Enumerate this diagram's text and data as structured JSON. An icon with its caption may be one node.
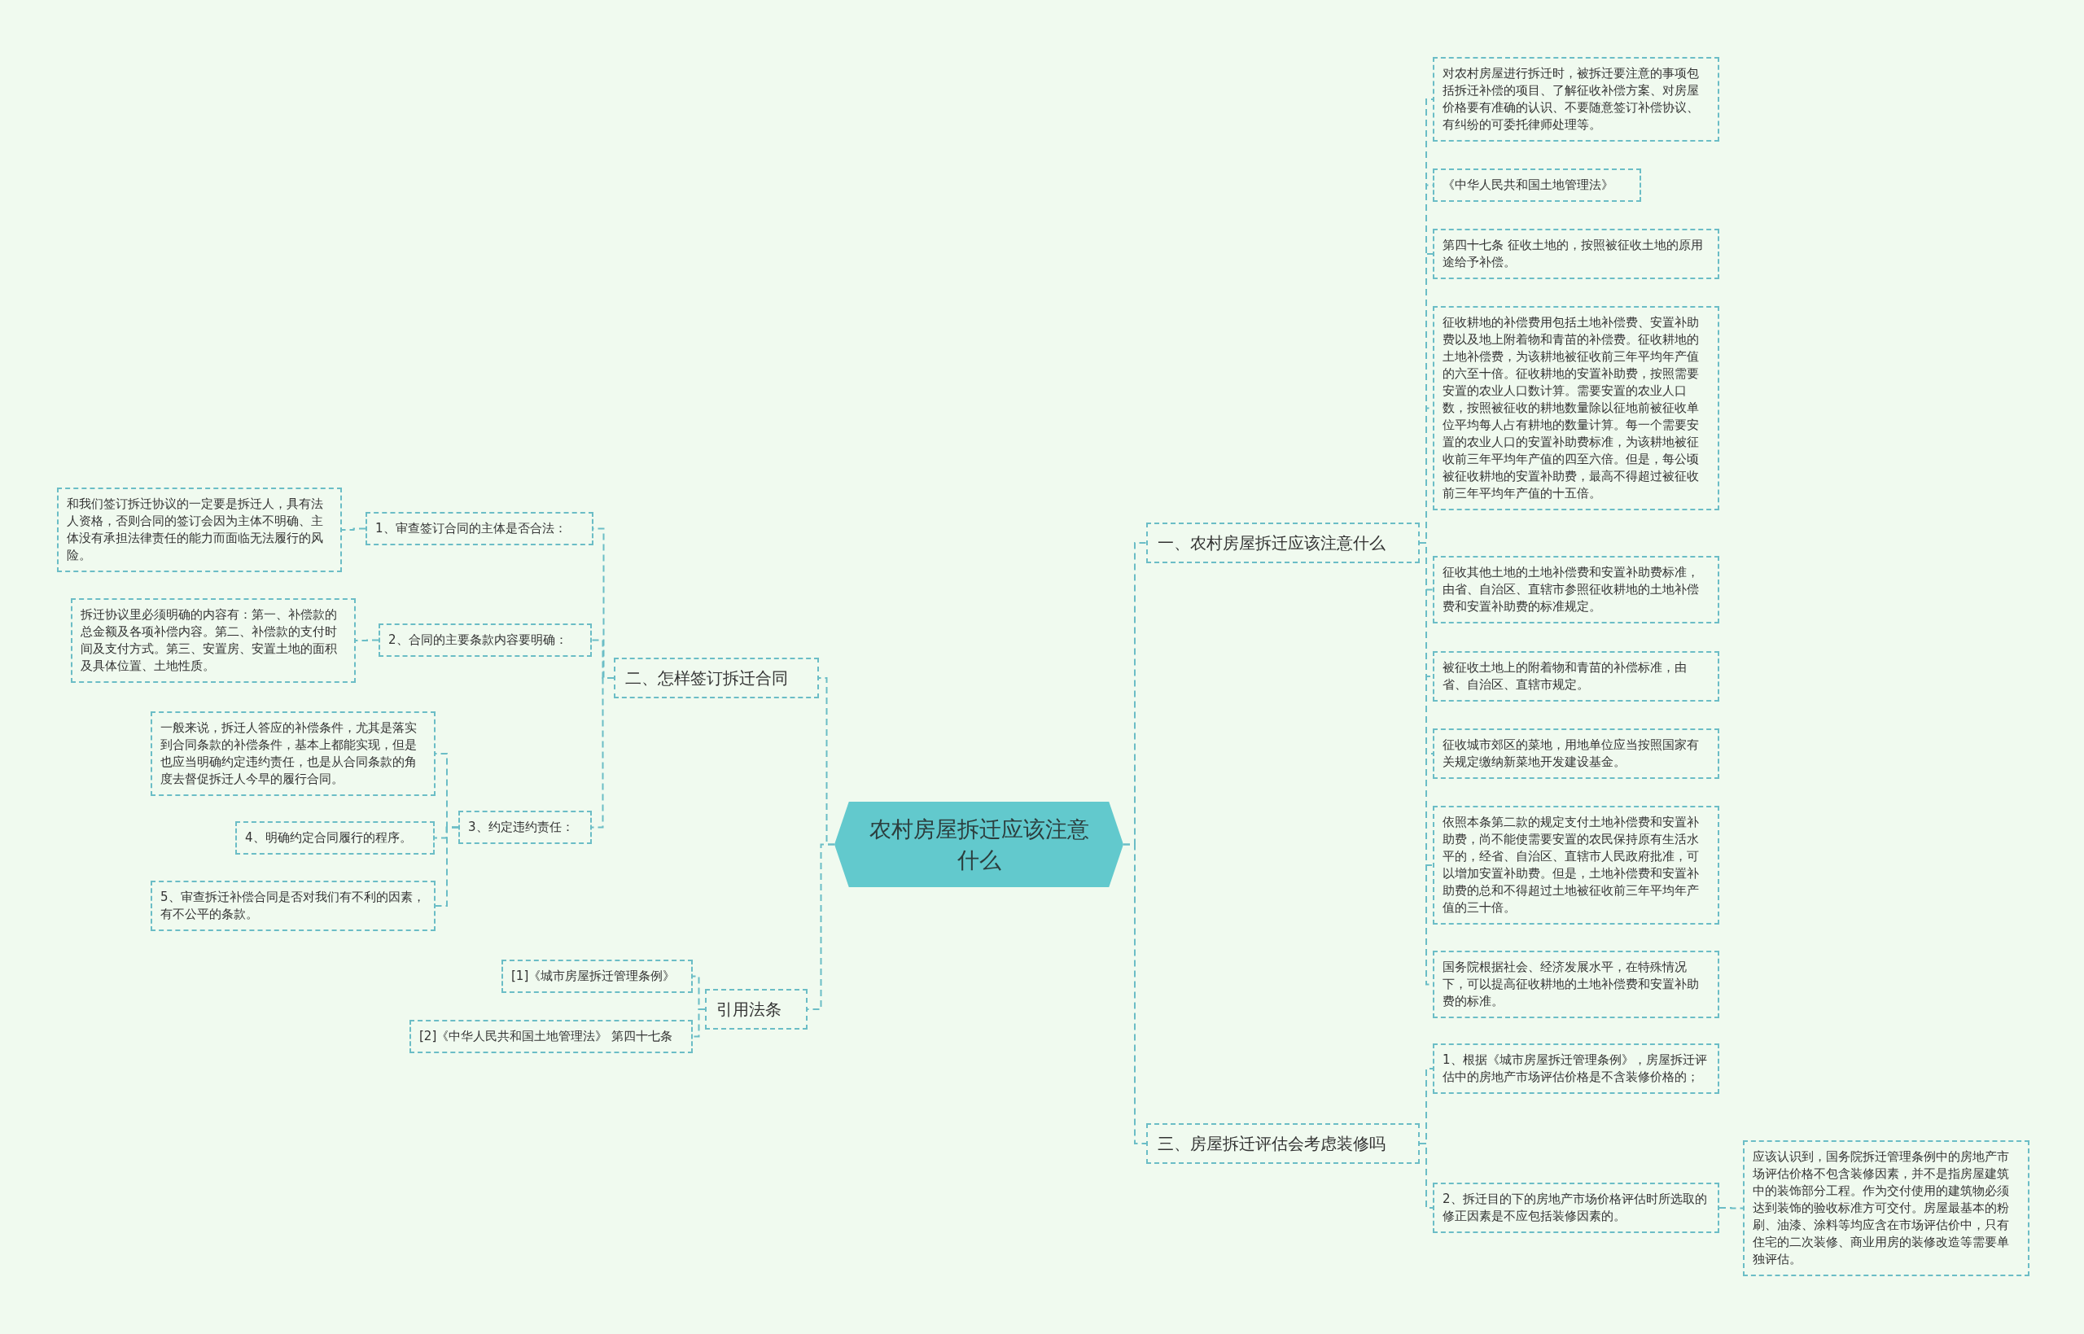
{
  "diagram": {
    "nodes": [
      {
        "text": [
          "农村房屋拆迁应该注意什么"
        ]
      },
      {
        "text": [
          "一、农村房屋拆迁应该注意什么"
        ]
      },
      {
        "text": [
          "对农村房屋进行拆迁时，被拆迁要注意的事项包括拆迁补偿的项目、了解征收补偿方案、对房屋价格要有准确的认识、不要随意签订补偿协议、有纠纷的可委托律师处理等。"
        ]
      },
      {
        "text": [
          "《中华人民共和国土地管理法》"
        ]
      },
      {
        "text": [
          "第四十七条 征收土地的，按照被征收土地的原用途给予补偿。"
        ]
      },
      {
        "text": [
          "征收耕地的补偿费用包括土地补偿费、安置补助费以及地上附着物和青苗的补偿费。征收耕地的土地补偿费，为该耕地被征收前三年平均年产值的六至十倍。征收耕地的安置补助费，按照需要安置的农业人口数计算。需要安置的农业人口数，按照被征收的耕地数量除以征地前被征收单位平均每人占有耕地的数量计算。每一个需要安置的农业人口的安置补助费标准，为该耕地被征收前三年平均年产值的四至六倍。但是，每公顷被征收耕地的安置补助费，最高不得超过被征收前三年平均年产值的十五倍。"
        ]
      },
      {
        "text": [
          "征收其他土地的土地补偿费和安置补助费标准，由省、自治区、直辖市参照征收耕地的土地补偿费和安置补助费的标准规定。"
        ]
      },
      {
        "text": [
          "被征收土地上的附着物和青苗的补偿标准，由省、自治区、直辖市规定。"
        ]
      },
      {
        "text": [
          "征收城市郊区的菜地，用地单位应当按照国家有关规定缴纳新菜地开发建设基金。"
        ]
      },
      {
        "text": [
          "依照本条第二款的规定支付土地补偿费和安置补助费，尚不能使需要安置的农民保持原有生活水平的，经省、自治区、直辖市人民政府批准，可以增加安置补助费。但是，土地补偿费和安置补助费的总和不得超过土地被征收前三年平均年产值的三十倍。"
        ]
      },
      {
        "text": [
          "国务院根据社会、经济发展水平，在特殊情况下，可以提高征收耕地的土地补偿费和安置补助费的标准。"
        ]
      },
      {
        "text": [
          "三、房屋拆迁评估会考虑装修吗"
        ]
      },
      {
        "text": [
          "1、根据《城市房屋拆迁管理条例》，房屋拆迁评估中的房地产市场评估价格是不含装修价格的；"
        ]
      },
      {
        "text": [
          "2、拆迁目的下的房地产市场价格评估时所选取的修正因素是不应包括装修因素的。"
        ]
      },
      {
        "text": [
          "应该认识到，国务院拆迁管理条例中的房地产市场评估价格不包含装修因素，并不是指房屋建筑中的装饰部分工程。作为交付使用的建筑物必须达到装饰的验收标准方可交付。房屋最基本的粉刷、油漆、涂料等均应含在市场评估价中，只有住宅的二次装修、商业用房的装修改造等需要单独评估。"
        ]
      },
      {
        "text": [
          "二、怎样签订拆迁合同"
        ]
      },
      {
        "text": [
          "1、审查签订合同的主体是否合法："
        ]
      },
      {
        "text": [
          "和我们签订拆迁协议的一定要是拆迁人，具有法人资格，否则合同的签订会因为主体不明确、主体没有承担法律责任的能力而面临无法履行的风险。"
        ]
      },
      {
        "text": [
          "2、合同的主要条款内容要明确："
        ]
      },
      {
        "text": [
          "拆迁协议里必须明确的内容有：第一、补偿款的总金额及各项补偿内容。第二、补偿款的支付时间及支付方式。第三、安置房、安置土地的面积及具体位置、土地性质。"
        ]
      },
      {
        "text": [
          "3、约定违约责任："
        ]
      },
      {
        "text": [
          "一般来说，拆迁人答应的补偿条件，尤其是落实到合同条款的补偿条件，基本上都能实现，但是也应当明确约定违约责任，也是从合同条款的角度去督促拆迁人今早的履行合同。"
        ]
      },
      {
        "text": [
          "4、明确约定合同履行的程序。"
        ]
      },
      {
        "text": [
          "5、审查拆迁补偿合同是否对我们有不利的因素，有不公平的条款。"
        ]
      },
      {
        "text": [
          "引用法条"
        ]
      },
      {
        "text": [
          "[1]《城市房屋拆迁管理条例》"
        ]
      },
      {
        "text": [
          "[2]《中华人民共和国土地管理法》 第四十七条"
        ]
      }
    ],
    "edges": [
      {
        "from": 0,
        "to": 1,
        "arrow": "none"
      },
      {
        "from": 1,
        "to": 2,
        "arrow": "none"
      },
      {
        "from": 1,
        "to": 3,
        "arrow": "none"
      },
      {
        "from": 1,
        "to": 4,
        "arrow": "none"
      },
      {
        "from": 1,
        "to": 5,
        "arrow": "none"
      },
      {
        "from": 1,
        "to": 6,
        "arrow": "none"
      },
      {
        "from": 1,
        "to": 7,
        "arrow": "none"
      },
      {
        "from": 1,
        "to": 8,
        "arrow": "none"
      },
      {
        "from": 1,
        "to": 9,
        "arrow": "none"
      },
      {
        "from": 1,
        "to": 10,
        "arrow": "none"
      },
      {
        "from": 0,
        "to": 11,
        "arrow": "none"
      },
      {
        "from": 11,
        "to": 12,
        "arrow": "none"
      },
      {
        "from": 11,
        "to": 13,
        "arrow": "none"
      },
      {
        "from": 13,
        "to": 14,
        "arrow": "none"
      },
      {
        "from": 0,
        "to": 15,
        "arrow": "none"
      },
      {
        "from": 15,
        "to": 16,
        "arrow": "none"
      },
      {
        "from": 16,
        "to": 17,
        "arrow": "none"
      },
      {
        "from": 15,
        "to": 18,
        "arrow": "none"
      },
      {
        "from": 18,
        "to": 19,
        "arrow": "none"
      },
      {
        "from": 15,
        "to": 20,
        "arrow": "none"
      },
      {
        "from": 20,
        "to": 21,
        "arrow": "none"
      },
      {
        "from": 20,
        "to": 22,
        "arrow": "none"
      },
      {
        "from": 20,
        "to": 23,
        "arrow": "none"
      },
      {
        "from": 0,
        "to": 24,
        "arrow": "none"
      },
      {
        "from": 24,
        "to": 25,
        "arrow": "none"
      },
      {
        "from": 24,
        "to": 26,
        "arrow": "none"
      }
    ]
  }
}
